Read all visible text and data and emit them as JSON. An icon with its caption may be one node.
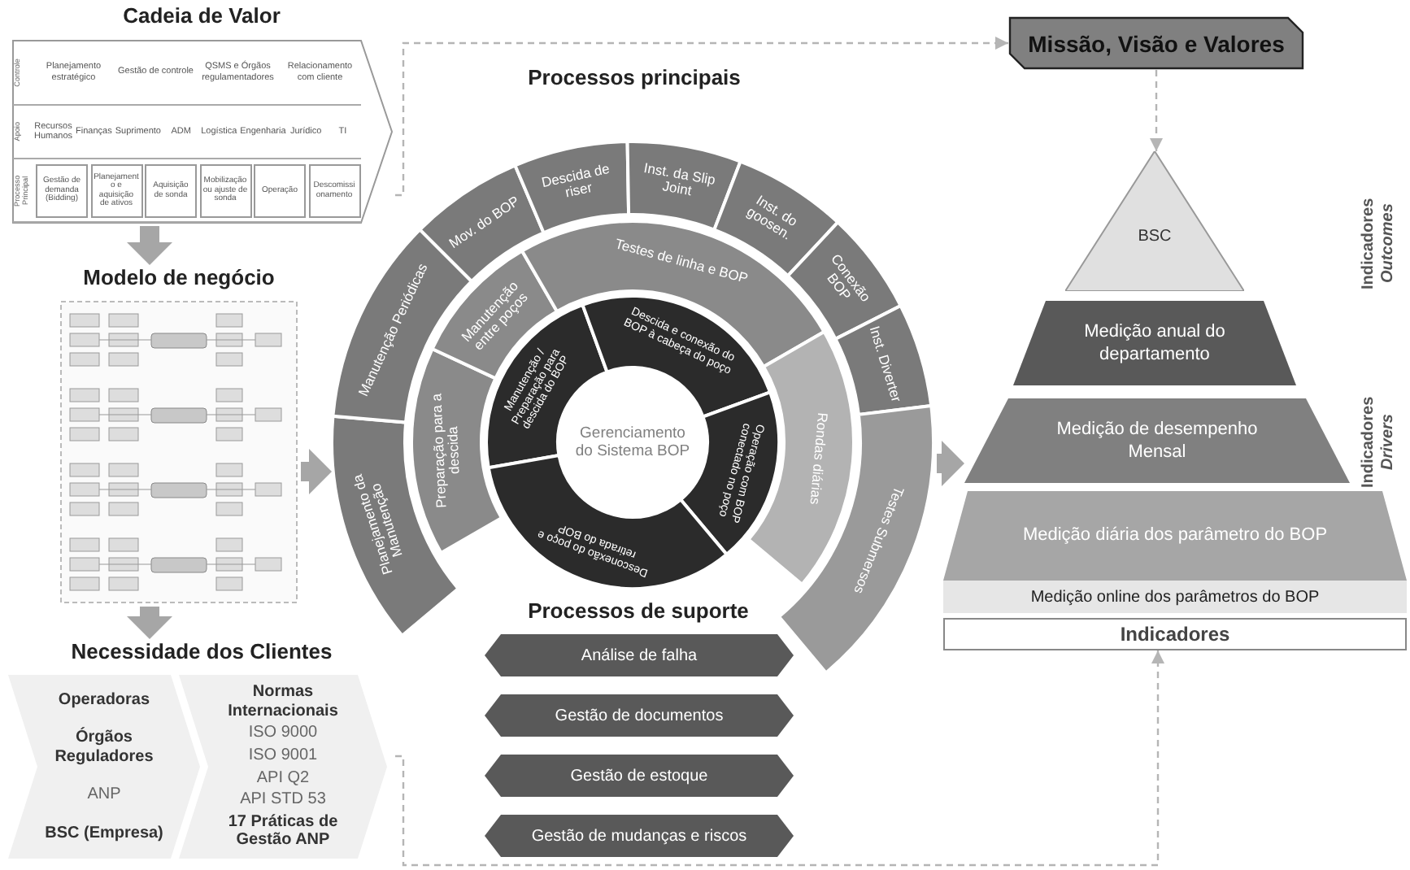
{
  "diagram": {
    "nodes": [
      {
        "text": [
          "Cadeia de Valor"
        ]
      },
      {
        "text": [
          "Controle",
          "Planejamento estratégico",
          "Gestão de controle",
          "QSMS e Órgãos regulamentadores",
          "Relacionamento com cliente"
        ],
        "in": 0
      },
      {
        "text": [
          "Apoio",
          "Recursos Humanos",
          "Finanças",
          "Suprimento",
          "ADM",
          "Logística",
          "Engenharia",
          "Jurídico",
          "TI"
        ],
        "in": 0
      },
      {
        "text": [
          "Processo Principal"
        ],
        "in": 0
      },
      {
        "text": [
          "Gestão de demanda (Bidding)"
        ],
        "in": 3
      },
      {
        "text": [
          "Planejamento e aquisição de ativos"
        ],
        "in": 3
      },
      {
        "text": [
          "Aquisição de sonda"
        ],
        "in": 3
      },
      {
        "text": [
          "Mobilização ou ajuste de sonda"
        ],
        "in": 3
      },
      {
        "text": [
          "Operação"
        ],
        "in": 3
      },
      {
        "text": [
          "Descomissionamento"
        ],
        "in": 3
      },
      {
        "text": [
          "Modelo de negócio"
        ]
      },
      {
        "text": [
          "Necessidade dos Clientes"
        ]
      },
      {
        "text": [
          "Operadoras",
          "Órgãos Reguladores",
          "ANP",
          "BSC (Empresa)"
        ],
        "in": 11
      },
      {
        "text": [
          "Normas Internacionais",
          "ISO 9000",
          "ISO 9001",
          "API Q2",
          "API STD 53",
          "17 Práticas de Gestão ANP"
        ],
        "in": 11
      },
      {
        "text": [
          "Processos principais"
        ]
      },
      {
        "text": [
          "Planejamento da Manutenção"
        ],
        "in": 14
      },
      {
        "text": [
          "Manutenção Periódicas"
        ],
        "in": 14
      },
      {
        "text": [
          "Mov. do BOP"
        ],
        "in": 14
      },
      {
        "text": [
          "Descida de riser"
        ],
        "in": 14
      },
      {
        "text": [
          "Inst. da Slip Joint"
        ],
        "in": 14
      },
      {
        "text": [
          "Inst. do goosen."
        ],
        "in": 14
      },
      {
        "text": [
          "Conexão BOP"
        ],
        "in": 14
      },
      {
        "text": [
          "Inst. Diverter"
        ],
        "in": 14
      },
      {
        "text": [
          "Testes Submersos"
        ],
        "in": 14
      },
      {
        "text": [
          "Preparação para a descida"
        ],
        "in": 14
      },
      {
        "text": [
          "Manutenção entre poços"
        ],
        "in": 14
      },
      {
        "text": [
          "Testes de linha e BOP"
        ],
        "in": 14
      },
      {
        "text": [
          "Rondas diárias"
        ],
        "in": 14
      },
      {
        "text": [
          "Manutenção / Preparação para descida do BOP"
        ],
        "in": 14
      },
      {
        "text": [
          "Descida e conexão do BOP à cabeça do poço"
        ],
        "in": 14
      },
      {
        "text": [
          "Operação com BOP conectado no poço"
        ],
        "in": 14
      },
      {
        "text": [
          "Desconexão do poço e retirada do BOP"
        ],
        "in": 14
      },
      {
        "text": [
          "Gerenciamento do Sistema BOP"
        ],
        "in": 14
      },
      {
        "text": [
          "Processos de suporte"
        ]
      },
      {
        "text": [
          "Análise de falha"
        ],
        "in": 33
      },
      {
        "text": [
          "Gestão de documentos"
        ],
        "in": 33
      },
      {
        "text": [
          "Gestão de estoque"
        ],
        "in": 33
      },
      {
        "text": [
          "Gestão de mudanças e riscos"
        ],
        "in": 33
      },
      {
        "text": [
          "Missão, Visão e Valores"
        ]
      },
      {
        "text": [
          "BSC"
        ]
      },
      {
        "text": [
          "Medição anual do departamento"
        ]
      },
      {
        "text": [
          "Medição de desempenho Mensal"
        ]
      },
      {
        "text": [
          "Medição diária dos parâmetro do BOP"
        ]
      },
      {
        "text": [
          "Medição online dos parâmetros do BOP"
        ]
      },
      {
        "text": [
          "Indicadores"
        ]
      }
    ],
    "edges": [
      {
        "from": 0,
        "to": 10,
        "arrow": "to"
      },
      {
        "from": 10,
        "to": 11,
        "arrow": "to"
      },
      {
        "from": 10,
        "to": 14,
        "arrow": "to"
      },
      {
        "from": 14,
        "to": 41,
        "arrow": "to"
      },
      {
        "from": 0,
        "to": 38,
        "arrow": "to",
        "style": "dashed"
      },
      {
        "from": 38,
        "to": 39,
        "arrow": "to",
        "style": "dashed"
      },
      {
        "from": 11,
        "to": 44,
        "arrow": "to",
        "style": "dashed"
      }
    ],
    "labels": [
      "Indicadores *Outcomes*",
      "Indicadores *Drivers*"
    ]
  }
}
